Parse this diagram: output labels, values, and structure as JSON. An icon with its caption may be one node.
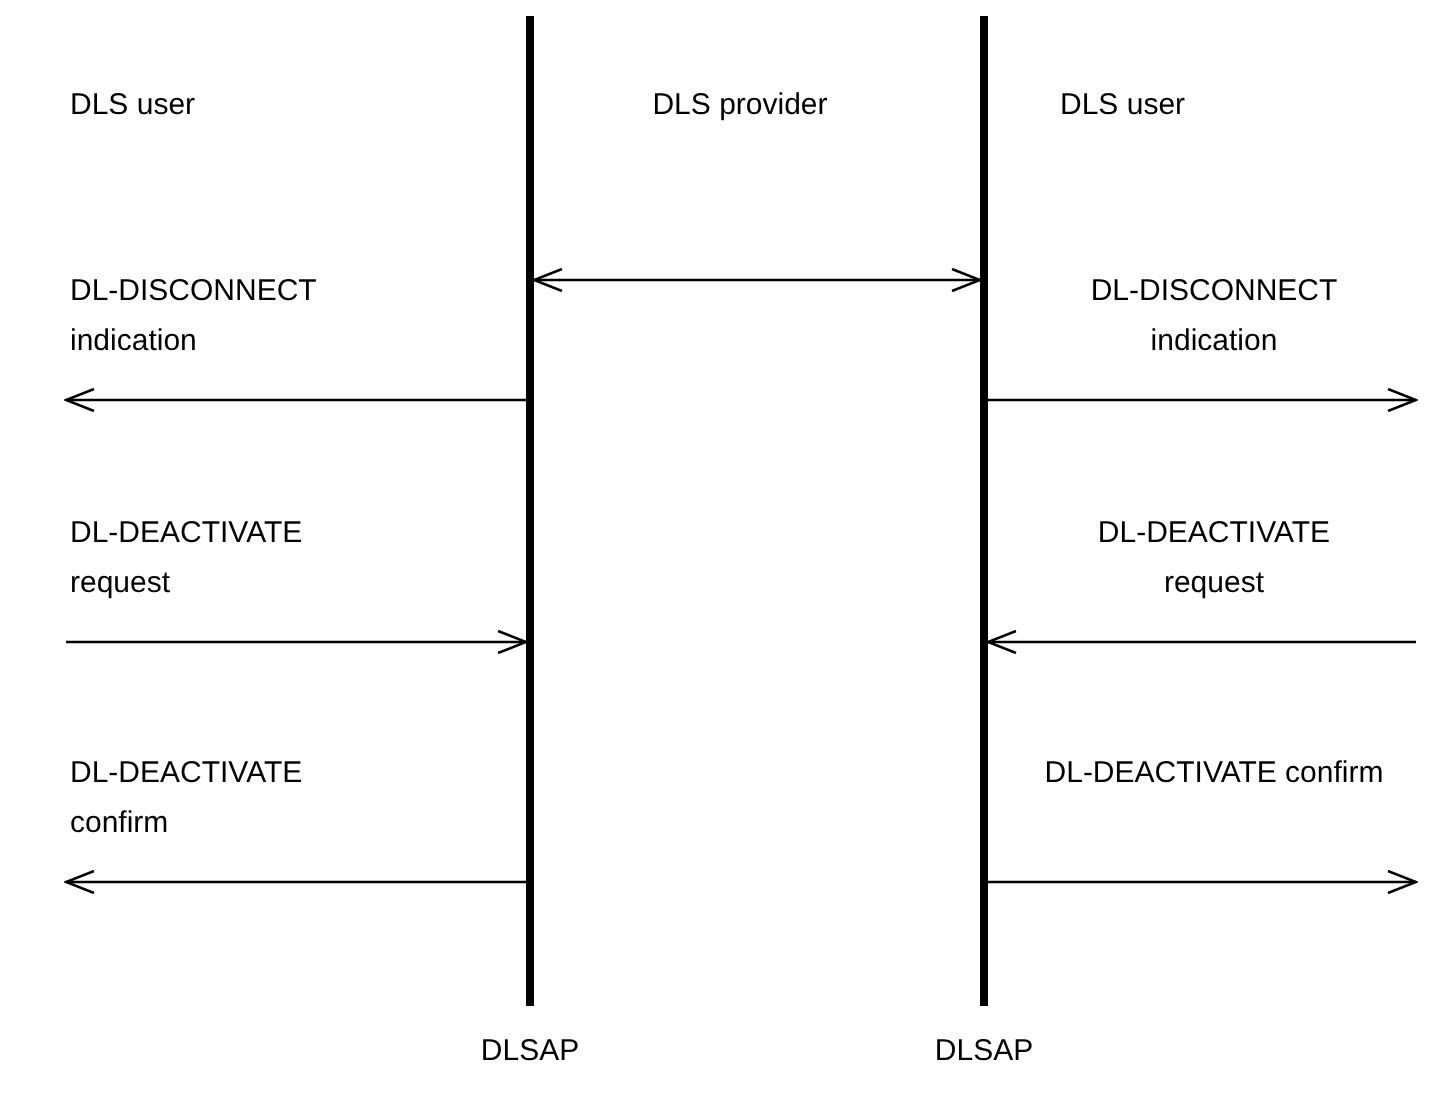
{
  "diagram": {
    "nodes": [
      {
        "text": [],
        "shape": "bar",
        "beside": [
          "DLSAP"
        ]
      },
      {
        "text": [],
        "shape": "bar",
        "beside": [
          "DLSAP"
        ]
      }
    ],
    "edges": [
      {
        "from": 0,
        "to": 1,
        "arrow": "both"
      },
      {
        "from": 0,
        "to": null,
        "arrow": "to",
        "label": "DL-DISCONNECT indication"
      },
      {
        "from": null,
        "to": 0,
        "arrow": "to",
        "label": "DL-DEACTIVATE request"
      },
      {
        "from": 0,
        "to": null,
        "arrow": "to",
        "label": "DL-DEACTIVATE confirm"
      },
      {
        "from": 1,
        "to": null,
        "arrow": "to",
        "label": "DL-DISCONNECT indication"
      },
      {
        "from": null,
        "to": 1,
        "arrow": "to",
        "label": "DL-DEACTIVATE request"
      },
      {
        "from": 1,
        "to": null,
        "arrow": "to",
        "label": "DL-DEACTIVATE confirm"
      }
    ],
    "labels": [
      "DLS user",
      "DLS provider",
      "DLS user"
    ]
  }
}
